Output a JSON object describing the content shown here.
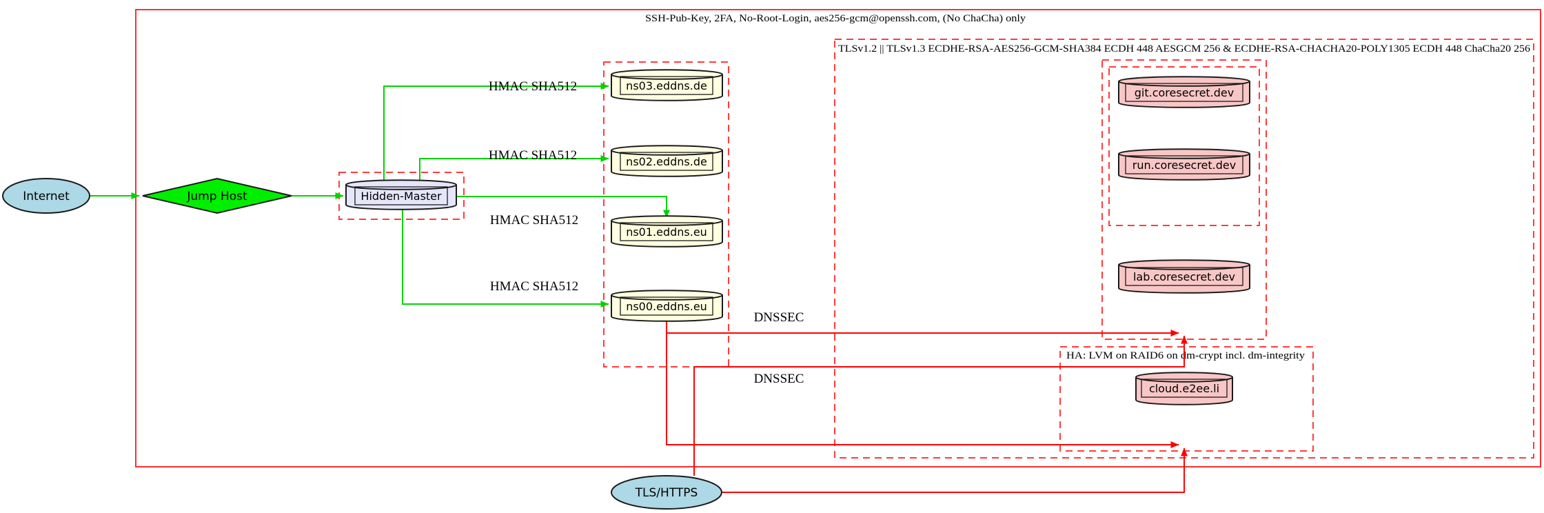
{
  "nodes": {
    "internet": "Internet",
    "jump_host": "Jump Host",
    "hidden_master": "Hidden-Master",
    "ns03": "ns03.eddns.de",
    "ns02": "ns02.eddns.de",
    "ns01": "ns01.eddns.eu",
    "ns00": "ns00.eddns.eu",
    "git": "git.coresecret.dev",
    "run": "run.coresecret.dev",
    "lab": "lab.coresecret.dev",
    "cloud": "cloud.e2ee.li",
    "tls_https": "TLS/HTTPS"
  },
  "clusters": {
    "ssh_label": "SSH-Pub-Key, 2FA, No-Root-Login, aes256-gcm@openssh.com, (No ChaCha) only",
    "tls_label": "TLSv1.2 || TLSv1.3 ECDHE-RSA-AES256-GCM-SHA384 ECDH 448 AESGCM 256 & ECDHE-RSA-CHACHA20-POLY1305 ECDH 448 ChaCha20 256",
    "ha_label": "HA: LVM on RAID6 on dm-crypt incl. dm-integrity"
  },
  "edge_labels": {
    "hmac": "HMAC SHA512",
    "dnssec": "DNSSEC"
  },
  "colors": {
    "green_edge": "#00d400",
    "red_edge": "#ff0000",
    "box_red": "#ff3b3b",
    "box_red_solid": "#ff2e2e",
    "node_lightblue": "#add8e6",
    "node_green": "#00ee00",
    "node_lavender": "#e6e6fa",
    "node_lightyellow": "#ffffe0",
    "node_pink": "#f9c6c6"
  }
}
